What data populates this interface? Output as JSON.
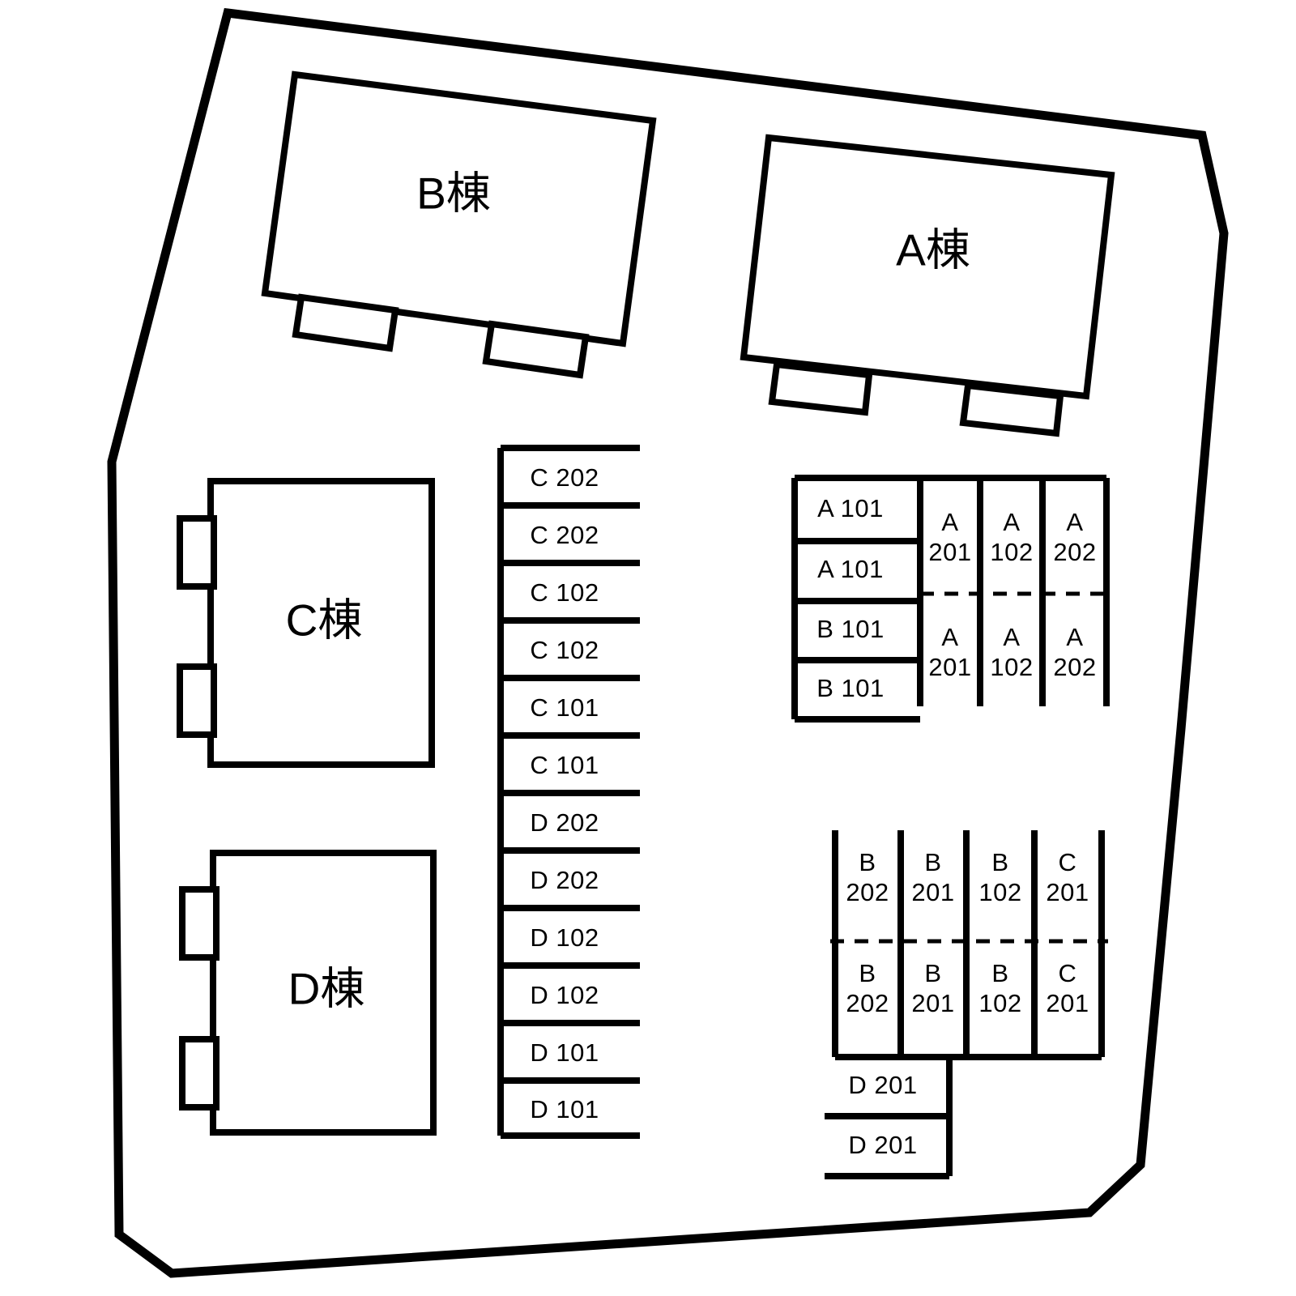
{
  "diagram": {
    "kind": "apartment-site-plan",
    "background_color": "#ffffff",
    "line_color": "#000000"
  },
  "buildings": [
    {
      "id": "b-building",
      "label": "B棟"
    },
    {
      "id": "a-building",
      "label": "A棟"
    },
    {
      "id": "c-building",
      "label": "C棟"
    },
    {
      "id": "d-building",
      "label": "D棟"
    }
  ],
  "parking": {
    "center_column": {
      "name": "center-parking-column",
      "stalls": [
        "C 202",
        "C 202",
        "C 102",
        "C 102",
        "C 101",
        "C 101",
        "D 202",
        "D 202",
        "D 102",
        "D 102",
        "D 101",
        "D 101"
      ]
    },
    "upper_right_block": {
      "name": "upper-right-parking-block",
      "left_stalls": [
        "A 101",
        "A 101",
        "B 101",
        "B 101"
      ],
      "columns": [
        {
          "top": "A\n201",
          "bottom": "A\n201",
          "top_line1": "A",
          "top_line2": "201",
          "bottom_line1": "A",
          "bottom_line2": "201"
        },
        {
          "top_line1": "A",
          "top_line2": "102",
          "bottom_line1": "A",
          "bottom_line2": "102"
        },
        {
          "top_line1": "A",
          "top_line2": "202",
          "bottom_line1": "A",
          "bottom_line2": "202"
        }
      ]
    },
    "lower_right_block": {
      "name": "lower-right-parking-block",
      "columns": [
        {
          "top_line1": "B",
          "top_line2": "202",
          "bottom_line1": "B",
          "bottom_line2": "202"
        },
        {
          "top_line1": "B",
          "top_line2": "201",
          "bottom_line1": "B",
          "bottom_line2": "201"
        },
        {
          "top_line1": "B",
          "top_line2": "102",
          "bottom_line1": "B",
          "bottom_line2": "102"
        },
        {
          "top_line1": "C",
          "top_line2": "201",
          "bottom_line1": "C",
          "bottom_line2": "201"
        }
      ],
      "tail_stalls": [
        "D 201",
        "D 201"
      ]
    }
  }
}
